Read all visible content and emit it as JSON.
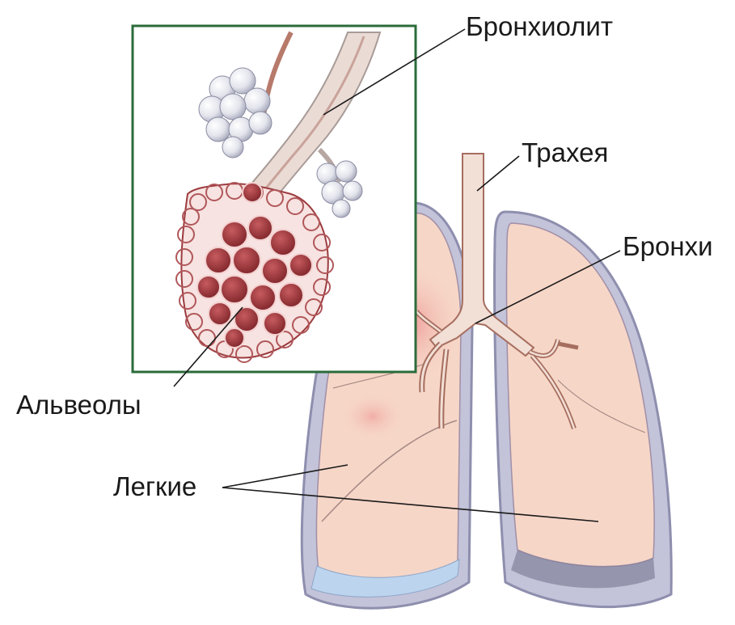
{
  "labels": {
    "bronchiole": "Бронхиолит",
    "trachea": "Трахея",
    "bronchi": "Бронхи",
    "alveoli": "Альвеолы",
    "lungs": "Легкие"
  },
  "colors": {
    "lung_fill": "#f6d6c7",
    "lung_outline": "#9a9ab8",
    "pleura": "#b9b9d2",
    "fluid": "#bcd4ee",
    "airway": "#f2dfd6",
    "airway_stroke": "#a66e5f",
    "inset_frame": "#2b6b3a",
    "alveoli_dark": "#9c3b3f",
    "alveoli_light": "#d9dbe6"
  }
}
